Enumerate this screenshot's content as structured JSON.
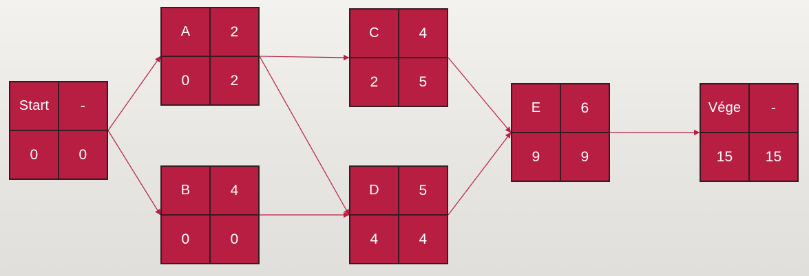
{
  "nodes": {
    "start": {
      "name": "Start",
      "duration": "-",
      "es": "0",
      "ls": "0"
    },
    "a": {
      "name": "A",
      "duration": "2",
      "es": "0",
      "ls": "2"
    },
    "b": {
      "name": "B",
      "duration": "4",
      "es": "0",
      "ls": "0"
    },
    "c": {
      "name": "C",
      "duration": "4",
      "es": "2",
      "ls": "5"
    },
    "d": {
      "name": "D",
      "duration": "5",
      "es": "4",
      "ls": "4"
    },
    "e": {
      "name": "E",
      "duration": "6",
      "es": "9",
      "ls": "9"
    },
    "vege": {
      "name": "Vége",
      "duration": "-",
      "es": "15",
      "ls": "15"
    }
  },
  "edges": [
    {
      "from": "start",
      "to": "a"
    },
    {
      "from": "start",
      "to": "b"
    },
    {
      "from": "a",
      "to": "c"
    },
    {
      "from": "a",
      "to": "d"
    },
    {
      "from": "b",
      "to": "d"
    },
    {
      "from": "c",
      "to": "e"
    },
    {
      "from": "d",
      "to": "e"
    },
    {
      "from": "e",
      "to": "vege"
    }
  ],
  "colors": {
    "node_fill": "#b81e42",
    "node_border": "#3a1a22",
    "edge": "#b81e42",
    "text": "#ffffff"
  }
}
